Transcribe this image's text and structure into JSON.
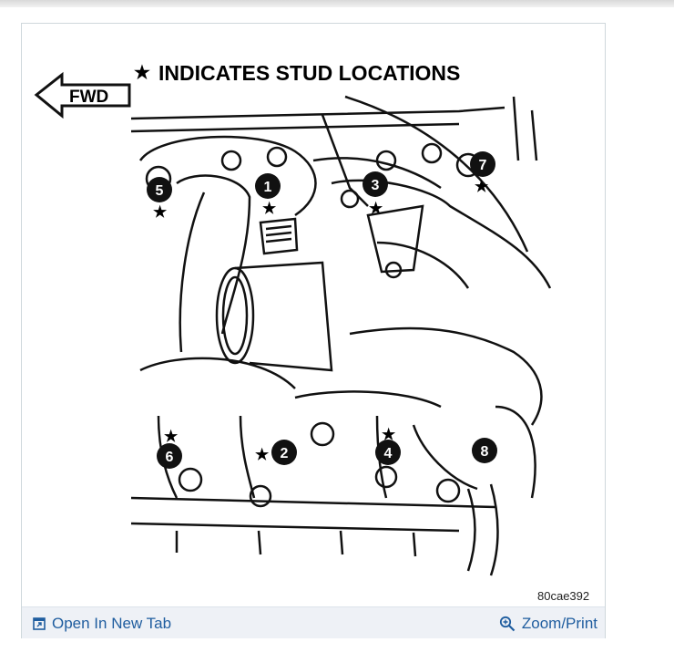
{
  "diagram": {
    "header_star": "★",
    "header_text": "INDICATES STUD LOCATIONS",
    "fwd_label": "FWD",
    "figure_code": "80cae392",
    "callouts": [
      "1",
      "2",
      "3",
      "4",
      "5",
      "6",
      "7",
      "8"
    ],
    "star_glyph": "★"
  },
  "footer": {
    "open_tab_label": "Open In New Tab",
    "zoom_label": "Zoom/Print"
  },
  "colors": {
    "link": "#1f5d9f",
    "footer_bg": "#eef1f6"
  },
  "icons": [
    "open-new-tab-icon",
    "magnifier-zoom-icon",
    "forward-arrow-icon",
    "star-icon"
  ]
}
